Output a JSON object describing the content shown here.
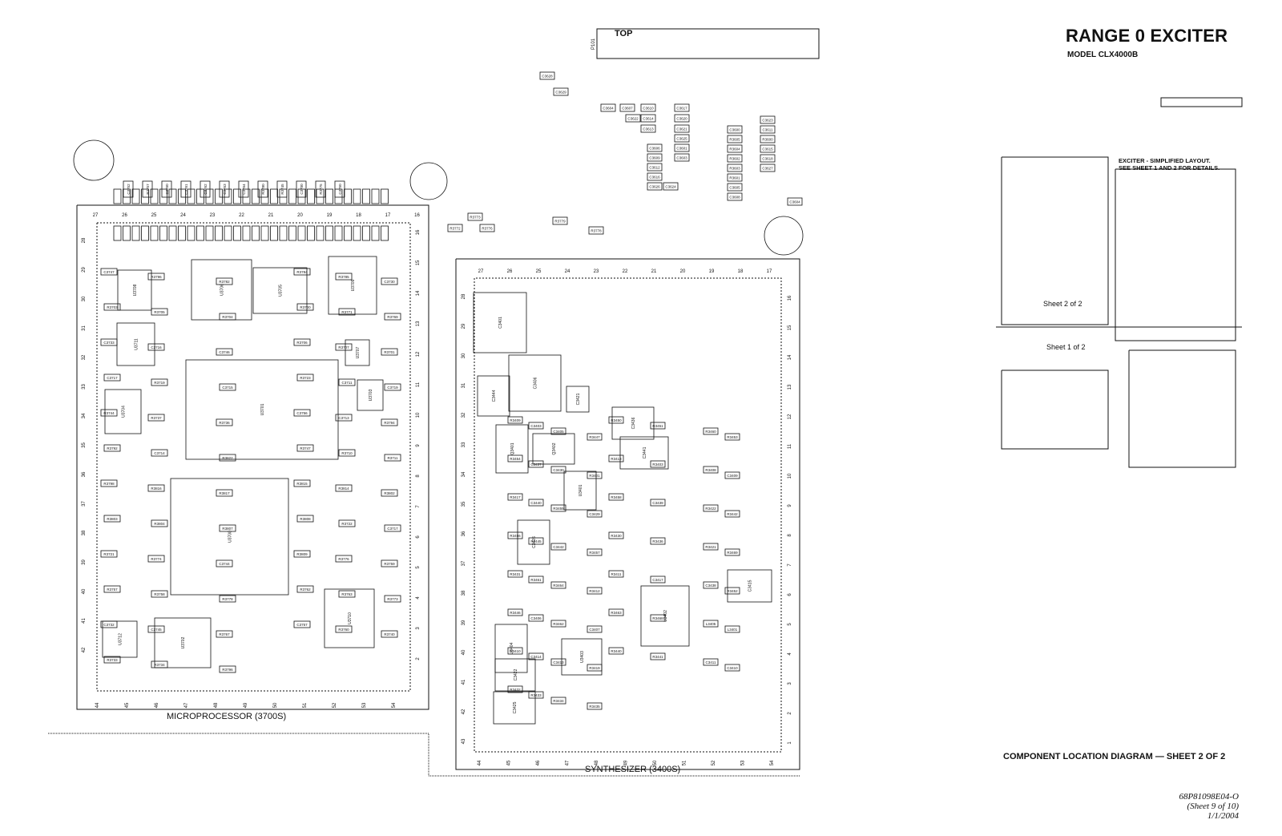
{
  "title": "RANGE 0 EXCITER",
  "model": "MODEL CLX4000B",
  "top_label": "TOP",
  "connector_ref": "P101",
  "caption": "COMPONENT LOCATION DIAGRAM — SHEET 2 OF 2",
  "doc_number": "68P81098E04-O",
  "doc_sheet": "(Sheet 9 of 10)",
  "doc_date": "1/1/2004",
  "layout_note": [
    "EXCITER - SIMPLIFIED LAYOUT.",
    "SEE SHEET 1 AND 2 FOR DETAILS."
  ],
  "key_sheet_2": "Sheet 2 of 2",
  "key_sheet_1": "Sheet 1 of 2",
  "sections": {
    "micro": "MICROPROCESSOR (3700S)",
    "synth": "SYNTHESIZER (3400S)"
  },
  "ics_micro": [
    "U3700",
    "U3701",
    "U3702",
    "U3703",
    "U3704",
    "U3705",
    "U3706",
    "U3707",
    "U3708",
    "U3709",
    "U3710",
    "U3711",
    "U3712"
  ],
  "ics_synth": [
    "U3401",
    "U3402",
    "U3403",
    "U3404",
    "Q3402",
    "Q3401"
  ],
  "caps_synth": [
    "C3401",
    "C3406",
    "C3444",
    "C3441",
    "C3436",
    "C3426",
    "C3421",
    "C3422",
    "C3425",
    "C3415"
  ],
  "parts_micro": [
    "C3747",
    "R3796",
    "R3782",
    "R3784",
    "R3785",
    "C3730",
    "R3703",
    "R3705",
    "R3704",
    "R3700",
    "R3771",
    "R3769",
    "C3733",
    "C3716",
    "C3746",
    "R3706",
    "R3707",
    "R3701",
    "C3717",
    "R3719",
    "C3715",
    "R3723",
    "C3711",
    "C3719",
    "R3744",
    "R3737",
    "R3736",
    "C3756",
    "C3713",
    "R3794",
    "R3792",
    "C3714",
    "R3822",
    "R3747",
    "R3710",
    "R3711",
    "R3798",
    "R3816",
    "R3817",
    "R3815",
    "R3814",
    "R3802",
    "R3803",
    "R3804",
    "R3807",
    "R3808",
    "R3722",
    "C3717",
    "R3721",
    "R3774",
    "C3744",
    "R3809",
    "R3776",
    "R3759",
    "R3757",
    "R3758",
    "R3778",
    "R3762",
    "R3763",
    "R3773",
    "C3732",
    "C3745",
    "R3767",
    "C3757",
    "R3760",
    "R3740",
    "R3733",
    "R3734",
    "R3796"
  ],
  "parts_synth": [
    "R3409",
    "C3403",
    "C3405",
    "R3447",
    "R3450",
    "R3451",
    "R3460",
    "R3453",
    "R3454",
    "C3437",
    "C3430",
    "R3401",
    "R3413",
    "R3403",
    "R3408",
    "C3409",
    "R3417",
    "C3440",
    "R3455",
    "C3429",
    "R3458",
    "C3439",
    "R3422",
    "R3442",
    "R3456",
    "R3445",
    "C3442",
    "R3457",
    "R3430",
    "R3436",
    "R3421",
    "R3469",
    "R3431",
    "R3461",
    "R3464",
    "R3412",
    "R3411",
    "C3417",
    "C3438",
    "R3452",
    "R3446",
    "C3406",
    "R3462",
    "C3407",
    "R3463",
    "R3468",
    "L3405",
    "L3401",
    "R3410",
    "C3414",
    "C3413",
    "R3419",
    "R3440",
    "R3441",
    "C3411",
    "C3410",
    "R3432",
    "R3433",
    "R3434",
    "R3435"
  ],
  "parts_top": [
    "C3628",
    "C3629",
    "C3604",
    "C3607",
    "C3622",
    "C3610",
    "C3614",
    "C3613",
    "C3617",
    "C3620",
    "C3621",
    "C3625",
    "C3601",
    "C3603",
    "C3606",
    "C3609",
    "C3612",
    "C3616",
    "C3626",
    "C3624",
    "C3600",
    "R3605",
    "R3604",
    "R3602",
    "R3603",
    "R3601",
    "C3605",
    "C3608",
    "C3623",
    "C3611",
    "R3600",
    "C3615",
    "C3618",
    "C3627",
    "C3604",
    "R3779",
    "R3778",
    "R3772",
    "R3773",
    "R3776"
  ],
  "parts_header": [
    "C3752",
    "R3757",
    "C3760",
    "C3761",
    "C3762",
    "C3763",
    "C3764",
    "R3780",
    "R3745",
    "C3700",
    "R3775",
    "C3750"
  ],
  "micro_edge_numbers": [
    "27",
    "26",
    "25",
    "24",
    "23",
    "22",
    "21",
    "20",
    "19",
    "18",
    "17",
    "16"
  ],
  "micro_side_numbers": [
    "28",
    "29",
    "30",
    "31",
    "32",
    "33",
    "34",
    "35",
    "36",
    "37",
    "38",
    "39",
    "40",
    "41",
    "42"
  ],
  "micro_bottom_numbers": [
    "44",
    "45",
    "46",
    "47",
    "48",
    "49",
    "50",
    "51",
    "52",
    "53",
    "54"
  ],
  "synth_top_numbers": [
    "27",
    "26",
    "25",
    "24",
    "23",
    "22",
    "21",
    "20",
    "19",
    "18",
    "17"
  ],
  "synth_side_numbers": [
    "28",
    "29",
    "30",
    "31",
    "32",
    "33",
    "34",
    "35",
    "36",
    "37",
    "38",
    "39",
    "40",
    "41",
    "42",
    "43"
  ],
  "synth_right_numbers": [
    "16",
    "15",
    "14",
    "13",
    "12",
    "11",
    "10",
    "9",
    "8",
    "7",
    "6",
    "5",
    "4",
    "3",
    "2",
    "1"
  ],
  "synth_bottom_numbers": [
    "44",
    "45",
    "46",
    "47",
    "48",
    "49",
    "50",
    "51",
    "52",
    "53",
    "54"
  ],
  "colors": {
    "ink": "#111111",
    "paper": "#ffffff"
  }
}
